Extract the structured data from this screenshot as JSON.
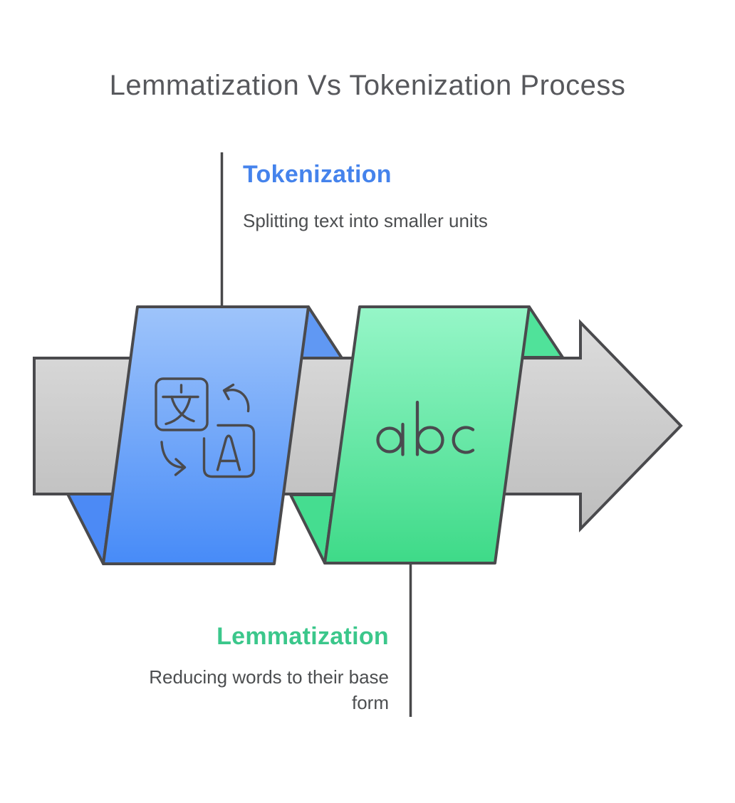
{
  "title": {
    "text": "Lemmatization Vs Tokenization Process",
    "color": "#57585c"
  },
  "callouts": {
    "tokenization": {
      "heading": "Tokenization",
      "heading_color": "#4583ec",
      "description": "Splitting text into smaller units"
    },
    "lemmatization": {
      "heading": "Lemmatization",
      "heading_color": "#3bc78b",
      "description": "Reducing words to their base form"
    }
  },
  "diagram": {
    "arrow": {
      "direction": "right",
      "fill_top": "#dcdcdc",
      "fill_bottom": "#bdbdbd",
      "outline_color": "#4a4a4d"
    },
    "ribbons": [
      {
        "name": "tokenization",
        "icon": "translate-icon",
        "fill_top": "#9ec4fa",
        "fill_bottom": "#478bf8",
        "fold_top_color": "#6098f3",
        "fold_bottom_color": "#4c8af5"
      },
      {
        "name": "lemmatization",
        "label": "abc",
        "fill_top": "#96f6c8",
        "fill_bottom": "#3eda88",
        "fold_top_color": "#50e29a",
        "fold_bottom_color": "#45dd90"
      }
    ]
  }
}
